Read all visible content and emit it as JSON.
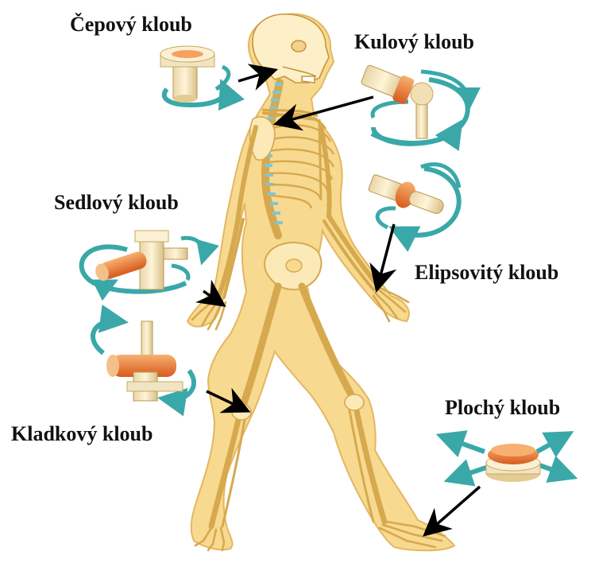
{
  "labels": {
    "cepovy": "Čepový kloub",
    "kulovy": "Kulový kloub",
    "sedlovy": "Sedlový kloub",
    "elipsovity": "Elipsovitý kloub",
    "plochy": "Plochý kloub",
    "kladkovy": "Kladkový kloub"
  },
  "colors": {
    "body_fill": "#f8d990",
    "body_outline": "#e3b760",
    "bone_fill": "#fbe9b8",
    "bone_outline": "#d6a94e",
    "cartilage": "#7ec7d6",
    "joint_block": "#f3e0b0",
    "joint_orange": "#e8782e",
    "rotation_arrow": "#3aa8a8",
    "pointer_arrow": "#000000"
  },
  "icons": [
    "pivot-joint-icon",
    "ball-joint-icon",
    "saddle-joint-icon",
    "ellipsoid-joint-icon",
    "hinge-joint-icon",
    "plane-joint-icon"
  ]
}
